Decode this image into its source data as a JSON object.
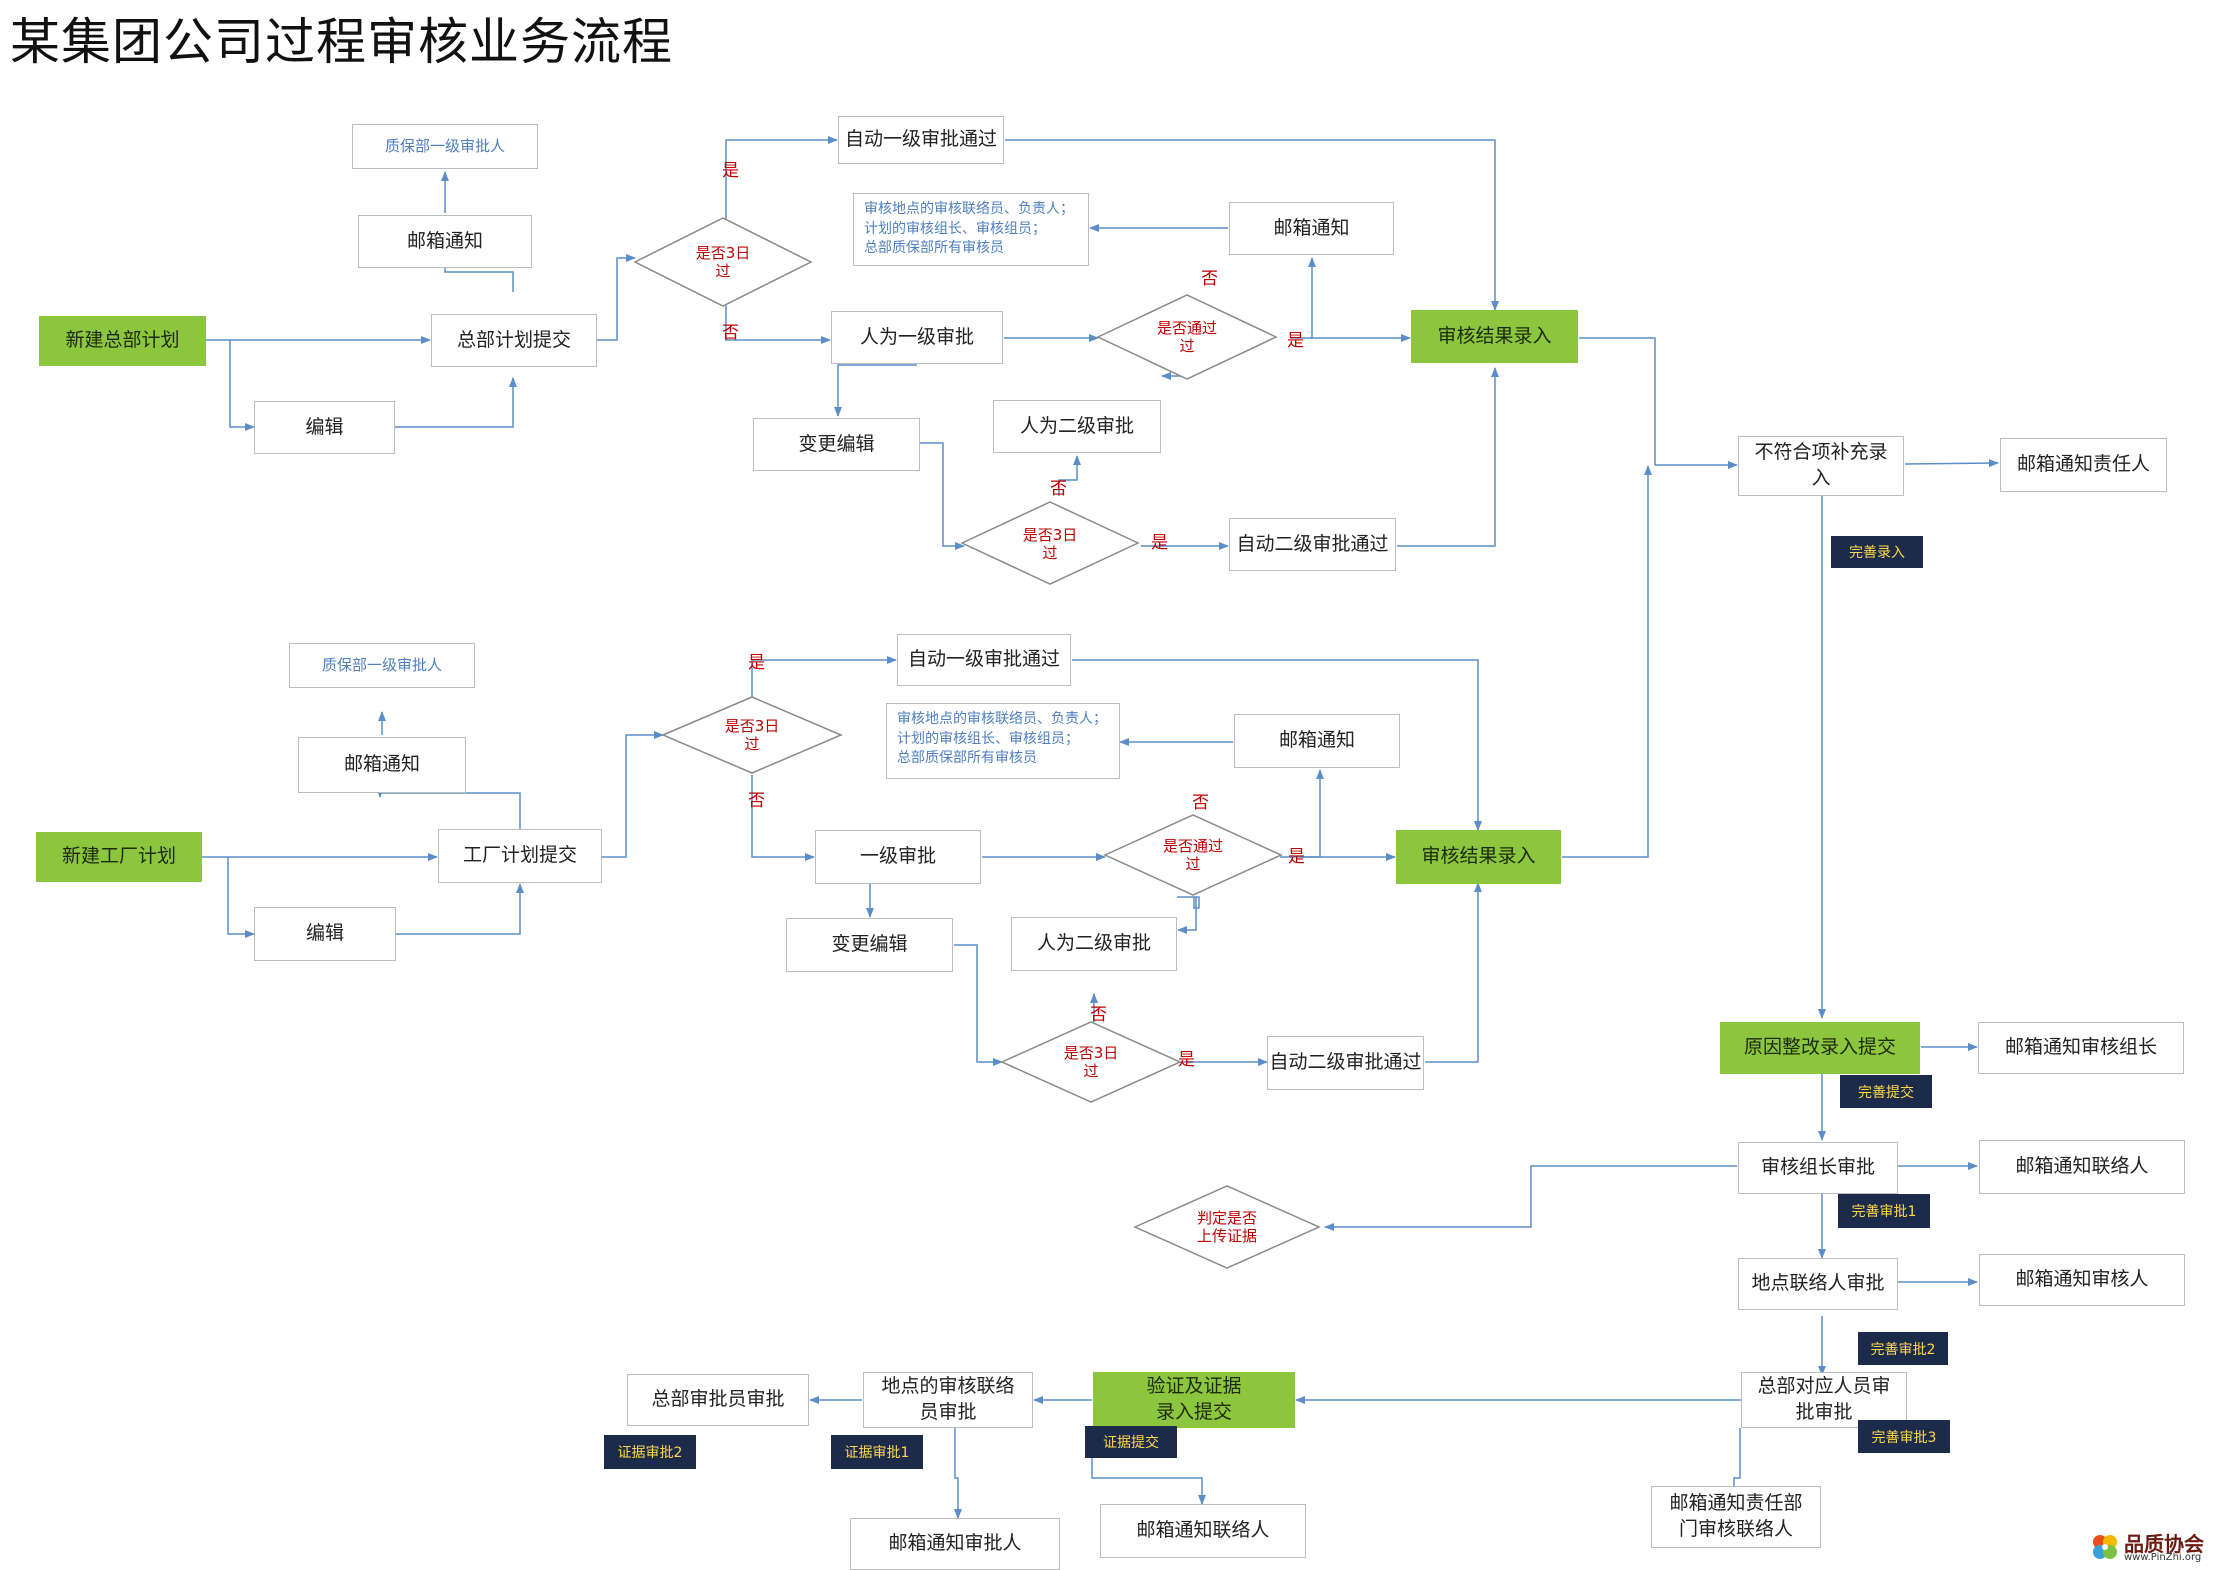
{
  "title": "某集团公司过程审核业务流程",
  "colors": {
    "action": "#8cc63f",
    "tag_bg": "#1c2b4a",
    "tag_text": "#ffd84a",
    "connector": "#5b8ec9",
    "decision_label": "#c00000",
    "info_text": "#4f7fbf"
  },
  "hq": {
    "qa_approver": "质保部一级审批人",
    "mail_notify_a": "邮箱通知",
    "new_plan": "新建总部计划",
    "submit_plan": "总部计划提交",
    "edit": "编辑",
    "decision_3day": "是否3日\n过",
    "auto_level1_pass": "自动一级审批通过",
    "recipients_note": "审核地点的审核联络员、负责人；\n计划的审核组长、审核组员；\n总部质保部所有审核员",
    "mail_notify_b": "邮箱通知",
    "manual_level1": "人为一级审批",
    "decision_pass": "是否通过\n过",
    "result_entry": "审核结果录入",
    "manual_level2": "人为二级审批",
    "change_edit": "变更编辑",
    "decision_3day_b": "是否3日\n过",
    "auto_level2_pass": "自动二级审批通过"
  },
  "factory": {
    "qa_approver": "质保部一级审批人",
    "mail_notify_a": "邮箱通知",
    "new_plan": "新建工厂计划",
    "submit_plan": "工厂计划提交",
    "edit": "编辑",
    "decision_3day": "是否3日\n过",
    "auto_level1_pass": "自动一级审批通过",
    "recipients_note": "审核地点的审核联络员、负责人；\n计划的审核组长、审核组员；\n总部质保部所有审核员",
    "mail_notify_b": "邮箱通知",
    "level1": "一级审批",
    "decision_pass": "是否通过\n过",
    "result_entry": "审核结果录入",
    "manual_level2": "人为二级审批",
    "change_edit": "变更编辑",
    "decision_3day_b": "是否3日\n过",
    "auto_level2_pass": "自动二级审批通过"
  },
  "flow": {
    "nonconform_entry": "不符合项补充录\n入",
    "mail_responsible": "邮箱通知责任人",
    "tag_complete_entry": "完善录入",
    "cause_submit": "原因整改录入提交",
    "mail_team_lead": "邮箱通知审核组长",
    "tag_complete_submit": "完善提交",
    "team_lead_approve": "审核组长审批",
    "mail_liaison": "邮箱通知联络人",
    "tag_approve1": "完善审批1",
    "decision_evidence": "判定是否\n上传证据",
    "site_liaison_approve": "地点联络人审批",
    "mail_auditor": "邮箱通知审核人",
    "tag_approve2": "完善审批2",
    "hq_person_approve": "总部对应人员审\n批审批",
    "tag_approve3": "完善审批3",
    "mail_dept_liaison": "邮箱通知责任部\n门审核联络人",
    "verify_submit": "验证及证据\n录入提交",
    "tag_evidence_submit": "证据提交",
    "mail_liaison2": "邮箱通知联络人",
    "site_audit_liaison": "地点的审核联络\n员审批",
    "tag_evidence_approve1": "证据审批1",
    "mail_approver": "邮箱通知审批人",
    "hq_approver": "总部审批员审批",
    "tag_evidence_approve2": "证据审批2"
  },
  "labels": {
    "yes": "是",
    "no": "否"
  },
  "logo": {
    "name": "品质协会",
    "url": "www.PinZhi.org"
  }
}
